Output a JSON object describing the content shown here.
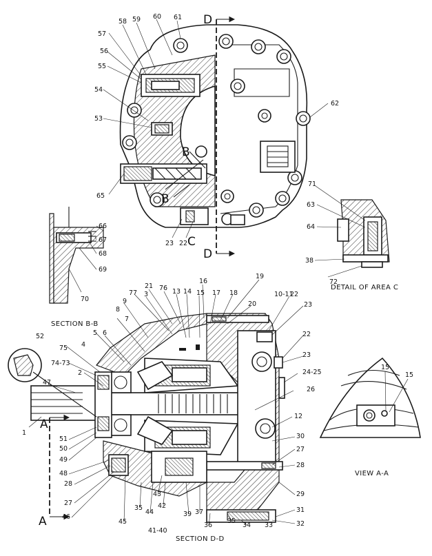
{
  "section_markers": {
    "d_top": "D",
    "d_bottom": "D",
    "b_upper": "B",
    "b_lower": "B",
    "c": "C",
    "a_upper": "A",
    "a_lower": "A"
  },
  "captions": {
    "detail_area_c": "DETAIL OF AREA C",
    "section_bb": "SECTION B-B",
    "view_aa": "VIEW A-A",
    "section_dd": "SECTION D-D"
  },
  "callouts": [
    "58",
    "59",
    "60",
    "61",
    "57",
    "56",
    "55",
    "54",
    "53",
    "62",
    "65",
    "66",
    "67",
    "68",
    "69",
    "70",
    "23",
    "22",
    "71",
    "63",
    "64",
    "38",
    "72",
    "21",
    "76",
    "16",
    "19",
    "77",
    "3",
    "13",
    "14",
    "15",
    "17",
    "18",
    "20",
    "10-11",
    "22",
    "9",
    "8",
    "7",
    "23",
    "22",
    "23",
    "52",
    "5",
    "6",
    "4",
    "75",
    "74-73",
    "2",
    "47",
    "24-25",
    "26",
    "1",
    "51",
    "50",
    "49",
    "48",
    "28",
    "27",
    "46",
    "45",
    "35",
    "44",
    "43",
    "42",
    "39",
    "37",
    "36",
    "35",
    "34",
    "33",
    "32",
    "31",
    "29",
    "28",
    "27",
    "30",
    "12",
    "15",
    "15",
    "41-40"
  ]
}
